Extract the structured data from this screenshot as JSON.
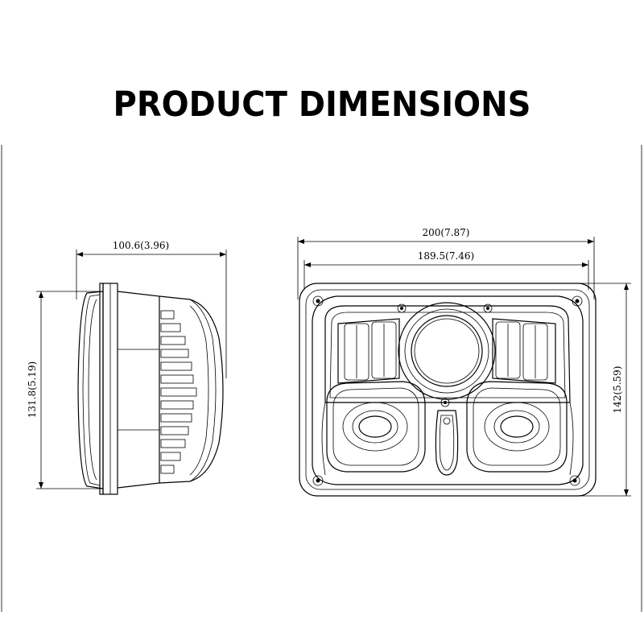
{
  "title": "PRODUCT DIMENSIONS",
  "side_view": {
    "depth_label": "100.6(3.96)",
    "height_label": "131.8(5.19)"
  },
  "front_view": {
    "overall_width_label": "200(7.87)",
    "inner_width_label": "189.5(7.46)",
    "height_label": "142(5.59)"
  }
}
